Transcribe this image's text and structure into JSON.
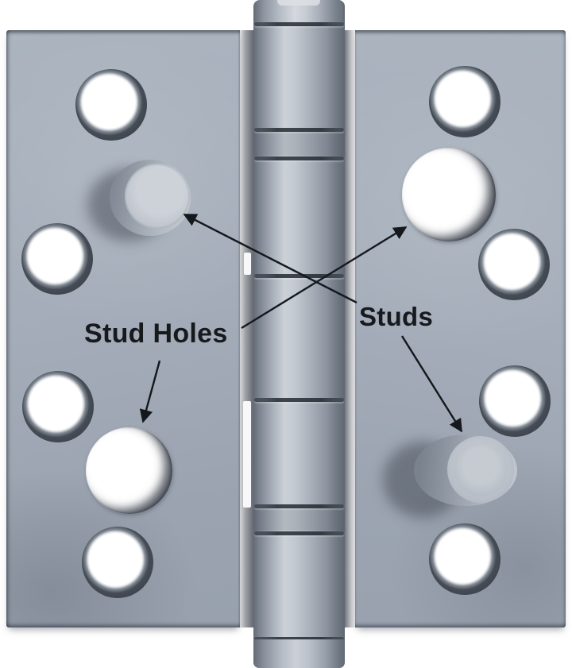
{
  "figure": {
    "description": "Annotated photo of a stainless steel security door hinge: two square leaves around a central ball-bearing knuckle barrel",
    "background_color": "#ffffff",
    "steel_color": "#a6afba",
    "annotation_color": "#17191d"
  },
  "labels": {
    "stud_holes": {
      "text": "Stud Holes"
    },
    "studs": {
      "text": "Studs"
    }
  },
  "parts": {
    "left_leaf": {
      "screw_holes": 4,
      "studs": 1,
      "stud_holes": 1
    },
    "right_leaf": {
      "screw_holes": 4,
      "studs": 1,
      "stud_holes": 1
    },
    "barrel_knuckle_segments": 5
  },
  "arrows": [
    {
      "from": "stud-holes-label",
      "to": "stud-hole-top-right"
    },
    {
      "from": "stud-holes-label",
      "to": "stud-hole-bottom-left"
    },
    {
      "from": "studs-label",
      "to": "stud-top-left"
    },
    {
      "from": "studs-label",
      "to": "stud-bottom-right"
    }
  ]
}
